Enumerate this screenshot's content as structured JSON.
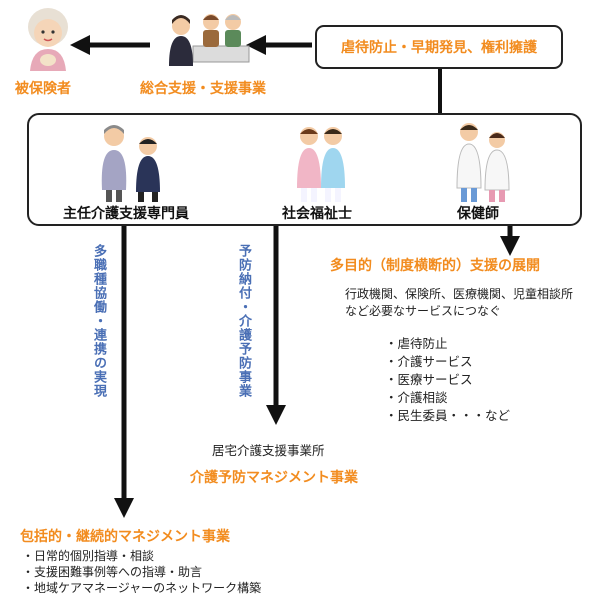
{
  "top_box": {
    "label": "虐待防止・早期発見、権利擁護"
  },
  "insured": {
    "label": "被保険者"
  },
  "support_project": {
    "label": "総合支援・支援事業"
  },
  "roles": [
    {
      "label": "主任介護支援専門員"
    },
    {
      "label": "社会福祉士"
    },
    {
      "label": "保健師"
    }
  ],
  "multi_purpose": {
    "title": "多目的（制度横断的）支援の展開",
    "desc_line1": "行政機関、保険所、医療機関、児童相談所",
    "desc_line2": "など必要なサービスにつなぐ",
    "items": [
      "・虐待防止",
      "・介護サービス",
      "・医療サービス",
      "・介護相談",
      "・民生委員・・・など"
    ]
  },
  "vertical_labels": {
    "multi_job": "多職種協働・連携の実現",
    "prevention": "予防納付・介護予防事業"
  },
  "care_office": {
    "label": "居宅介護支援事業所",
    "project": "介護予防マネジメント事業"
  },
  "comprehensive": {
    "title": "包括的・継続的マネジメント事業",
    "items": [
      "・日常的個別指導・相談",
      "・支援困難事例等への指導・助言",
      "・地域ケアマネージャーのネットワーク構築"
    ]
  },
  "colors": {
    "accent_orange": "#f28c1f",
    "accent_blue": "#4a6fb5",
    "line": "#111111"
  }
}
